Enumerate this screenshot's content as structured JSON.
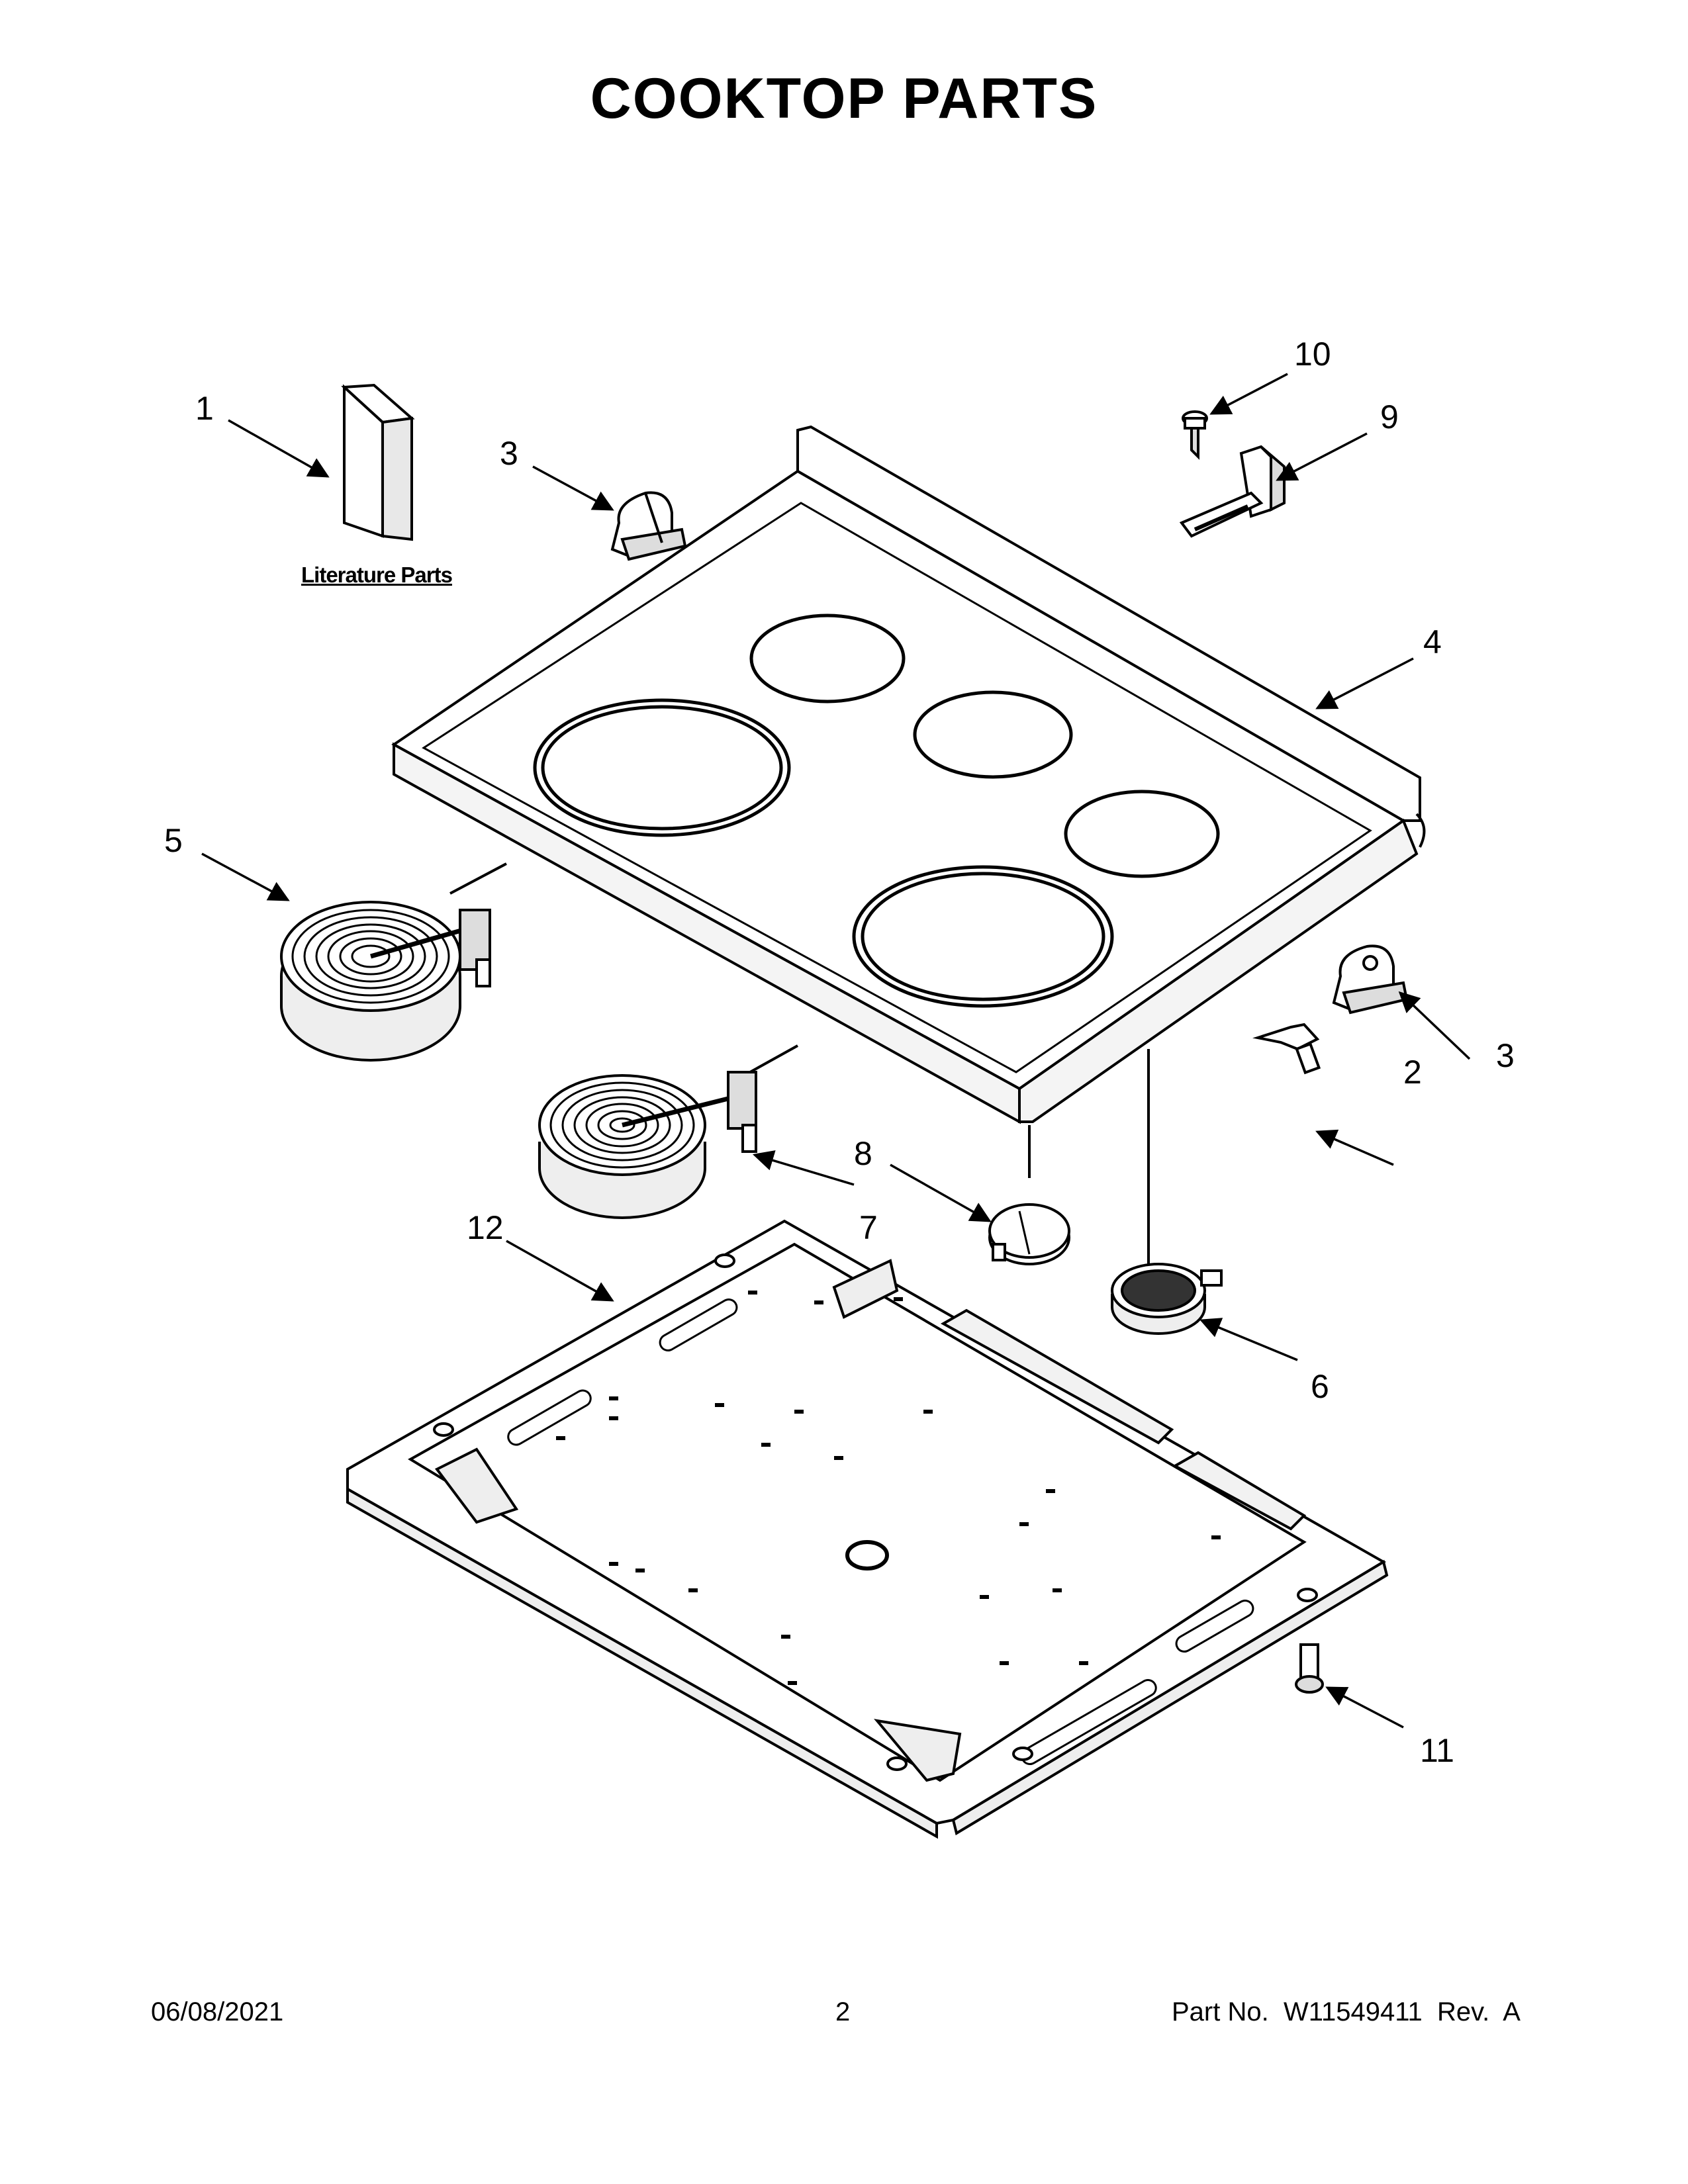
{
  "page": {
    "title": "COOKTOP PARTS"
  },
  "callouts": {
    "c1": "1",
    "c2": "2",
    "c3a": "3",
    "c3b": "3",
    "c4": "4",
    "c5": "5",
    "c6": "6",
    "c7": "7",
    "c8": "8",
    "c9": "9",
    "c10": "10",
    "c11": "11",
    "c12": "12"
  },
  "labels": {
    "literature": "Literature Parts"
  },
  "footer": {
    "date": "06/08/2021",
    "page_number": "2",
    "part_no": "Part No.  W11549411  Rev.  A"
  }
}
